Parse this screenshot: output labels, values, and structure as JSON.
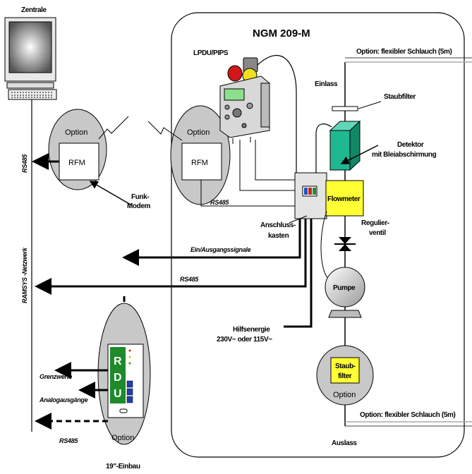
{
  "title": "NGM 209-M",
  "labels": {
    "zentrale": "Zentrale",
    "lpdu": "LPDU/PIPS",
    "option_top": "Option: flexibler Schlauch (5m)",
    "option_bottom": "Option: flexibler Schlauch (5m)",
    "einlass": "Einlass",
    "staubfilter": "Staubfilter",
    "detektor_1": "Detektor",
    "detektor_2": "mit Bleiabschirmung",
    "flowmeter": "Flowmeter",
    "regulier_1": "Regulier-",
    "regulier_2": "ventil",
    "anschluss_1": "Anschluss-",
    "anschluss_2": "kasten",
    "pumpe": "Pumpe",
    "hilfs_1": "Hilfsenergie",
    "hilfs_2": "230V~ oder 115V~",
    "staub_1": "Staub-",
    "staub_2": "filter",
    "option_filter": "Option",
    "auslass": "Auslass",
    "option_rfm_left": "Option",
    "option_rfm_right": "Option",
    "rfm_left": "RFM",
    "rfm_right": "RFM",
    "funk_1": "Funk-",
    "funk_2": "Modem",
    "rs485_vertical": "RS485",
    "ramsys": "RAMSYS -Netzwerk",
    "rs485_rfm": "RS485",
    "ein_aus": "Ein/Ausgangssignale",
    "rs485_main": "RS485",
    "grenzwerte": "Grenzwerte",
    "analog": "Analogausgänge",
    "rs485_rdu": "RS485",
    "option_rdu": "Option",
    "einbau": "19\"-Einbau",
    "rdu_r": "R",
    "rdu_d": "D",
    "rdu_u": "U"
  },
  "colors": {
    "detector": "#20b890",
    "flowmeter": "#ffff33",
    "rdu_green": "#1e8a2a",
    "ellipse": "#c8c8c8"
  }
}
